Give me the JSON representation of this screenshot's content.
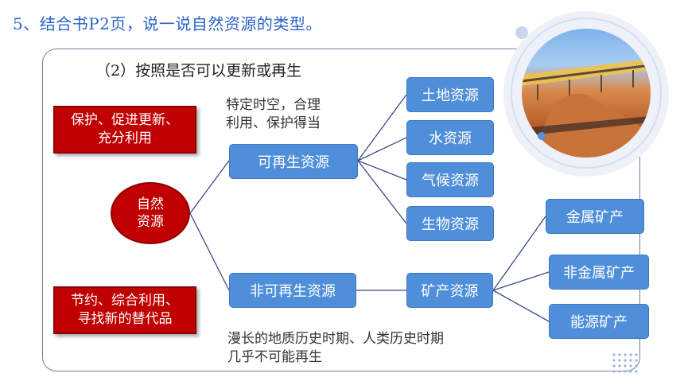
{
  "heading": "5、结合书P2页，说一说自然资源的类型。",
  "subtitle": "（2）按照是否可以更新或再生",
  "notes": {
    "renewable_line1": "特定时空，合理",
    "renewable_line2": "利用、保护得当",
    "nonrenewable_line1": "漫长的地质历史时期、人类历史时期",
    "nonrenewable_line2": "几乎不可能再生"
  },
  "red_boxes": {
    "protect_line1": "保护、促进更新、",
    "protect_line2": "充分利用",
    "save_line1": "节约、综合利用、",
    "save_line2": "寻找新的替代品"
  },
  "root": {
    "line1": "自然",
    "line2": "资源"
  },
  "categories": {
    "renewable": "可再生资源",
    "nonrenewable": "非可再生资源"
  },
  "renewable_items": [
    "土地资源",
    "水资源",
    "气候资源",
    "生物资源"
  ],
  "mineral": "矿产资源",
  "mineral_items": [
    "金属矿产",
    "非金属矿产",
    "能源矿产"
  ],
  "colors": {
    "blue_box": "#4f8fd9",
    "red_box": "#c00000",
    "heading": "#2b63c9"
  }
}
